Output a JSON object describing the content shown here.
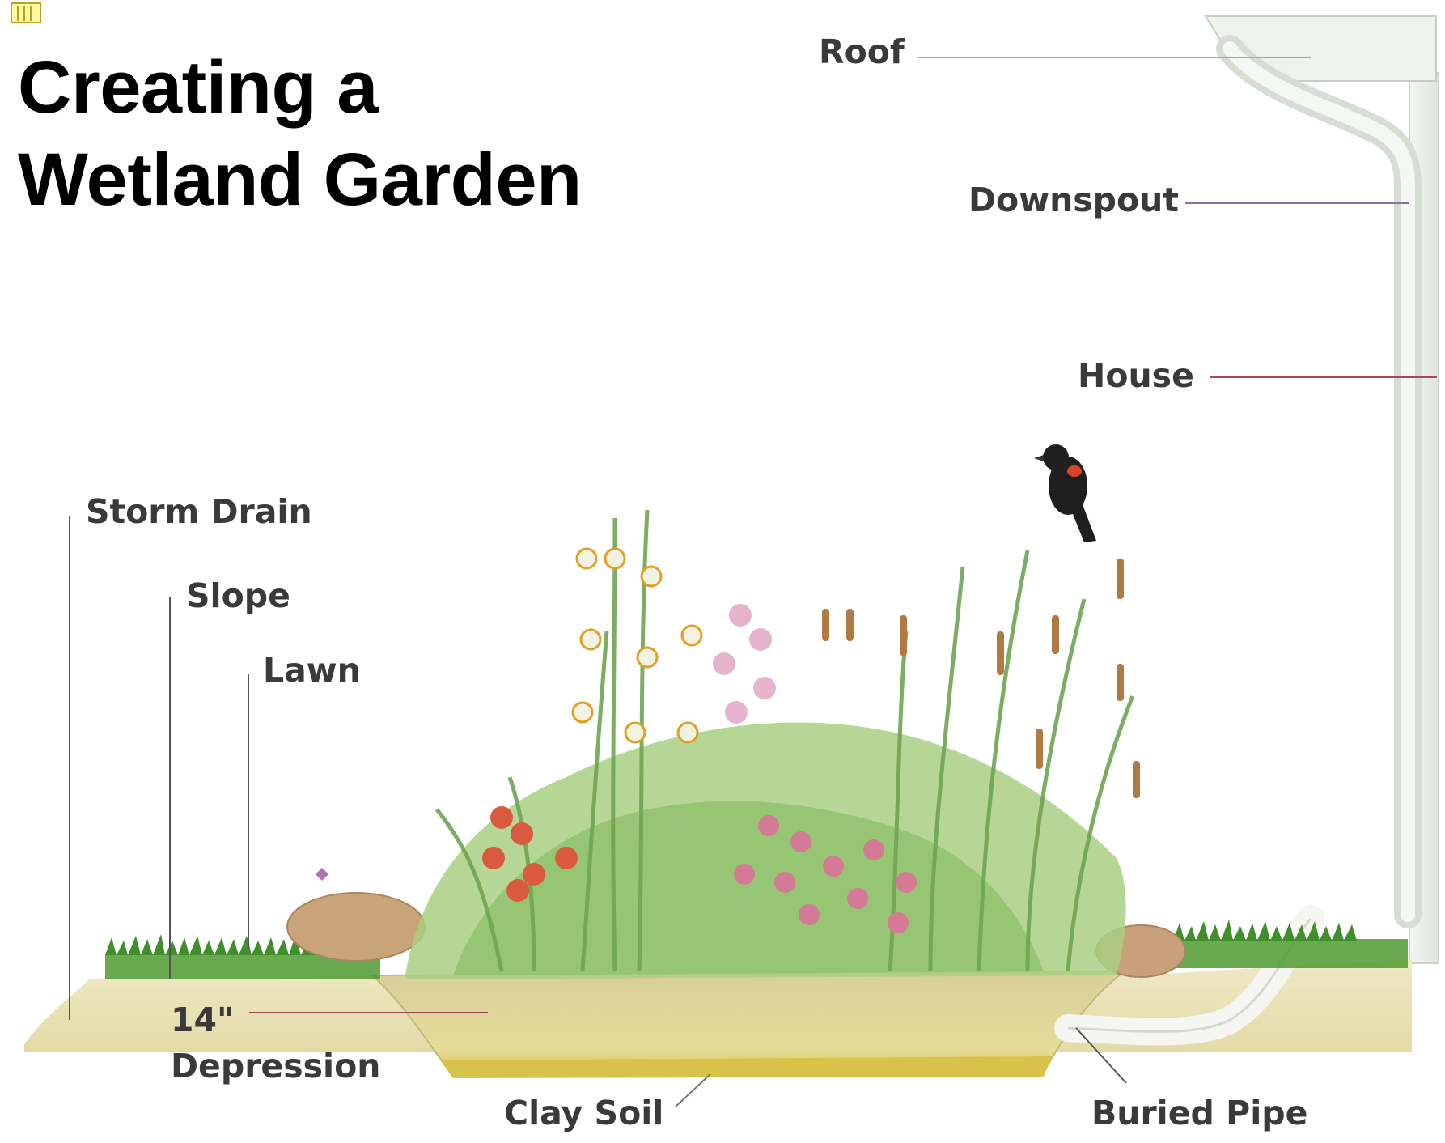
{
  "title": {
    "line1": "Creating a",
    "line2": "Wetland Garden"
  },
  "labels": {
    "roof": "Roof",
    "downspout": "Downspout",
    "house": "House",
    "storm_drain": "Storm Drain",
    "slope": "Slope",
    "lawn": "Lawn",
    "depression_depth": "14\"",
    "depression": "Depression",
    "clay_soil": "Clay Soil",
    "buried_pipe": "Buried Pipe"
  },
  "icons": {
    "corner": "hand-icon"
  },
  "colors": {
    "title": "#000000",
    "label_text": "#3a3a3a",
    "leader_roof": "#6fb9c9",
    "leader_downspout": "#8a6f9e",
    "leader_house": "#b0455a",
    "leader_depression": "#a0455a",
    "grass": "#3f8f2a",
    "soil": "#e8e2b8",
    "clay": "#d9c24a"
  }
}
